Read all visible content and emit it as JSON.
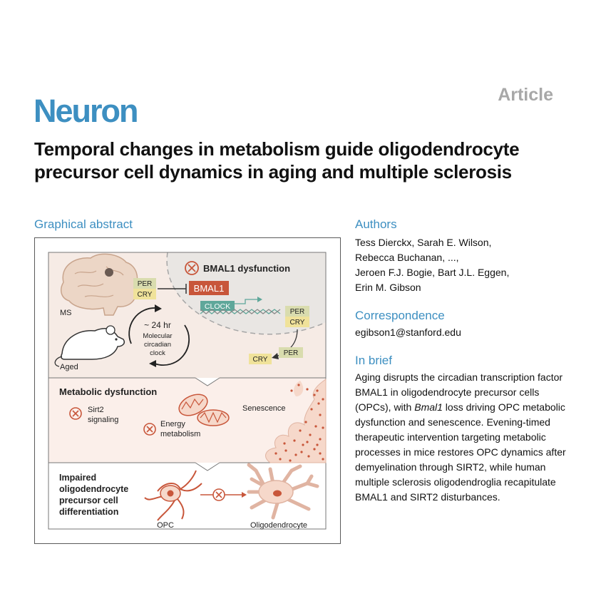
{
  "header": {
    "journal": "Neuron",
    "article_type": "Article",
    "title": "Temporal changes in metabolism guide oligodendrocyte precursor cell dynamics in aging and multiple sclerosis"
  },
  "graphical_abstract": {
    "heading": "Graphical abstract",
    "panel1": {
      "ms_label": "MS",
      "aged_label": "Aged",
      "dysfunction_label": "BMAL1 dysfunction",
      "per": "PER",
      "cry": "CRY",
      "bmal1": "BMAL1",
      "clock": "CLOCK",
      "clock_lines": [
        "~ 24 hr",
        "Molecular",
        "circadian",
        "clock"
      ]
    },
    "panel2": {
      "title": "Metabolic dysfunction",
      "sirt2": [
        "Sirt2",
        "signaling"
      ],
      "energy": [
        "Energy",
        "metabolism"
      ],
      "senescence": "Senescence"
    },
    "panel3": {
      "title_lines": [
        "Impaired",
        "oligodendrocyte",
        "precursor cell",
        "differentiation"
      ],
      "opc": "OPC",
      "oligo": "Oligodendrocyte"
    }
  },
  "authors": {
    "heading": "Authors",
    "lines": [
      "Tess Dierckx, Sarah E. Wilson,",
      "Rebecca Buchanan, ...,",
      "Jeroen F.J. Bogie, Bart J.L. Eggen,",
      "Erin M. Gibson"
    ]
  },
  "correspondence": {
    "heading": "Correspondence",
    "email": "egibson1@stanford.edu"
  },
  "in_brief": {
    "heading": "In brief",
    "text_before": "Aging disrupts the circadian transcription factor BMAL1 in oligodendrocyte precursor cells (OPCs), with ",
    "italic": "Bmal1",
    "text_after": " loss driving OPC metabolic dysfunction and senescence. Evening-timed therapeutic intervention targeting metabolic processes in mice restores OPC dynamics after demyelination through SIRT2, while human multiple sclerosis oligodendroglia recapitulate BMAL1 and SIRT2 disturbances."
  },
  "colors": {
    "brand_blue": "#3d8fc1",
    "muted_gray": "#a8a8a8",
    "accent_red": "#c8563a"
  }
}
